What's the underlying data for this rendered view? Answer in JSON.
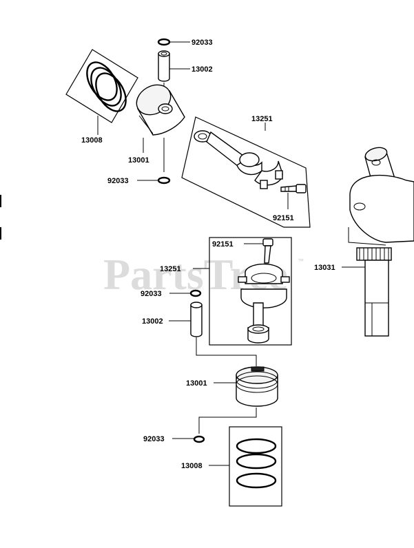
{
  "watermark": {
    "brand": "PartsTree",
    "trademark": "™"
  },
  "labels": {
    "clip_top": "92033",
    "pin_top": "13002",
    "rings_top": "13008",
    "piston_top": "13001",
    "clip_mid_top": "92033",
    "rod_top": "13251",
    "bolt_top": "92151",
    "bolt_bottom": "92151",
    "rod_bottom": "13251",
    "clip_mid_bottom": "92033",
    "pin_bottom": "13002",
    "piston_bottom": "13001",
    "clip_low_bottom": "92033",
    "rings_bottom": "13008",
    "crankshaft": "13031"
  }
}
